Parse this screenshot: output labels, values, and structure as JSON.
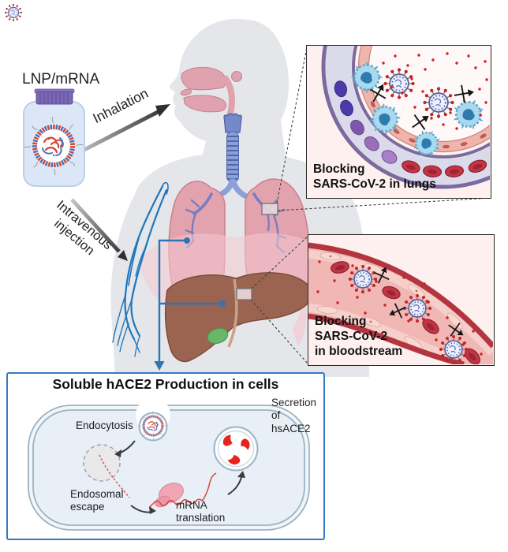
{
  "scene": {
    "lnp_label": "LNP/mRNA",
    "inhalation_label": "Inhalation",
    "iv_label": "Intravenous\ninjection"
  },
  "panels": {
    "lungs": {
      "caption": "Blocking\nSARS-CoV-2 in lungs"
    },
    "bloodstream": {
      "caption": "Blocking\nSARS-CoV-2\nin bloodstream"
    },
    "cell": {
      "title": "Soluble hACE2 Production in cells",
      "endocytosis": "Endocytosis",
      "endosomal_escape": "Endosomal\nescape",
      "mrna_translation": "mRNA\ntranslation",
      "secretion": "Secretion of\nhsACE2"
    }
  },
  "colors": {
    "connector_blue": "#2e75b6",
    "cell_panel_border": "#3579c1",
    "panel_background": "#fdf0ee",
    "panel_border": "#2a2a2a",
    "vessel_wall_red": "#b23540",
    "vessel_wall_purple": "#7b6a9e",
    "virus_spike_red": "#c4241f",
    "silhouette_gray": "#e5e6e9",
    "lung_pink": "#e2a2ae",
    "liver_brown": "#9a6450",
    "gallbladder_green": "#69b86a",
    "vial_cap_purple": "#7a68b4",
    "vial_body_blue": "#dbe7f7",
    "vein_blue": "#1d76bc"
  },
  "icons": {
    "lnp_particle": "lipid-nanoparticle-icon",
    "virus_particle": "coronavirus-icon",
    "blocking_symbol": "crossed-arrow-icon",
    "red_dot": "hace2-decoy-dot-icon"
  }
}
